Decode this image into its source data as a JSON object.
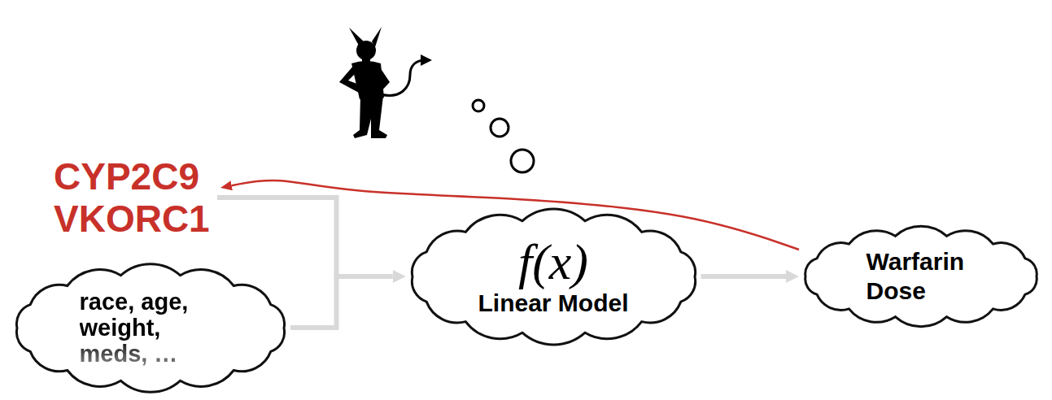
{
  "diagram": {
    "nodes": [
      {
        "text": [
          "CYP2C9 VKORC1"
        ]
      },
      {
        "text": [
          "race, age, weight, meds, …"
        ]
      },
      {
        "text": [
          "f(x)",
          "Linear Model"
        ]
      },
      {
        "text": [
          "Warfarin Dose"
        ]
      }
    ],
    "edges": [
      {
        "from": 0,
        "to": 2,
        "arrow": "to"
      },
      {
        "from": 1,
        "to": 2,
        "arrow": "to"
      },
      {
        "from": 2,
        "to": 3,
        "arrow": "to"
      },
      {
        "from": 3,
        "to": 0,
        "arrow": "to"
      }
    ]
  }
}
